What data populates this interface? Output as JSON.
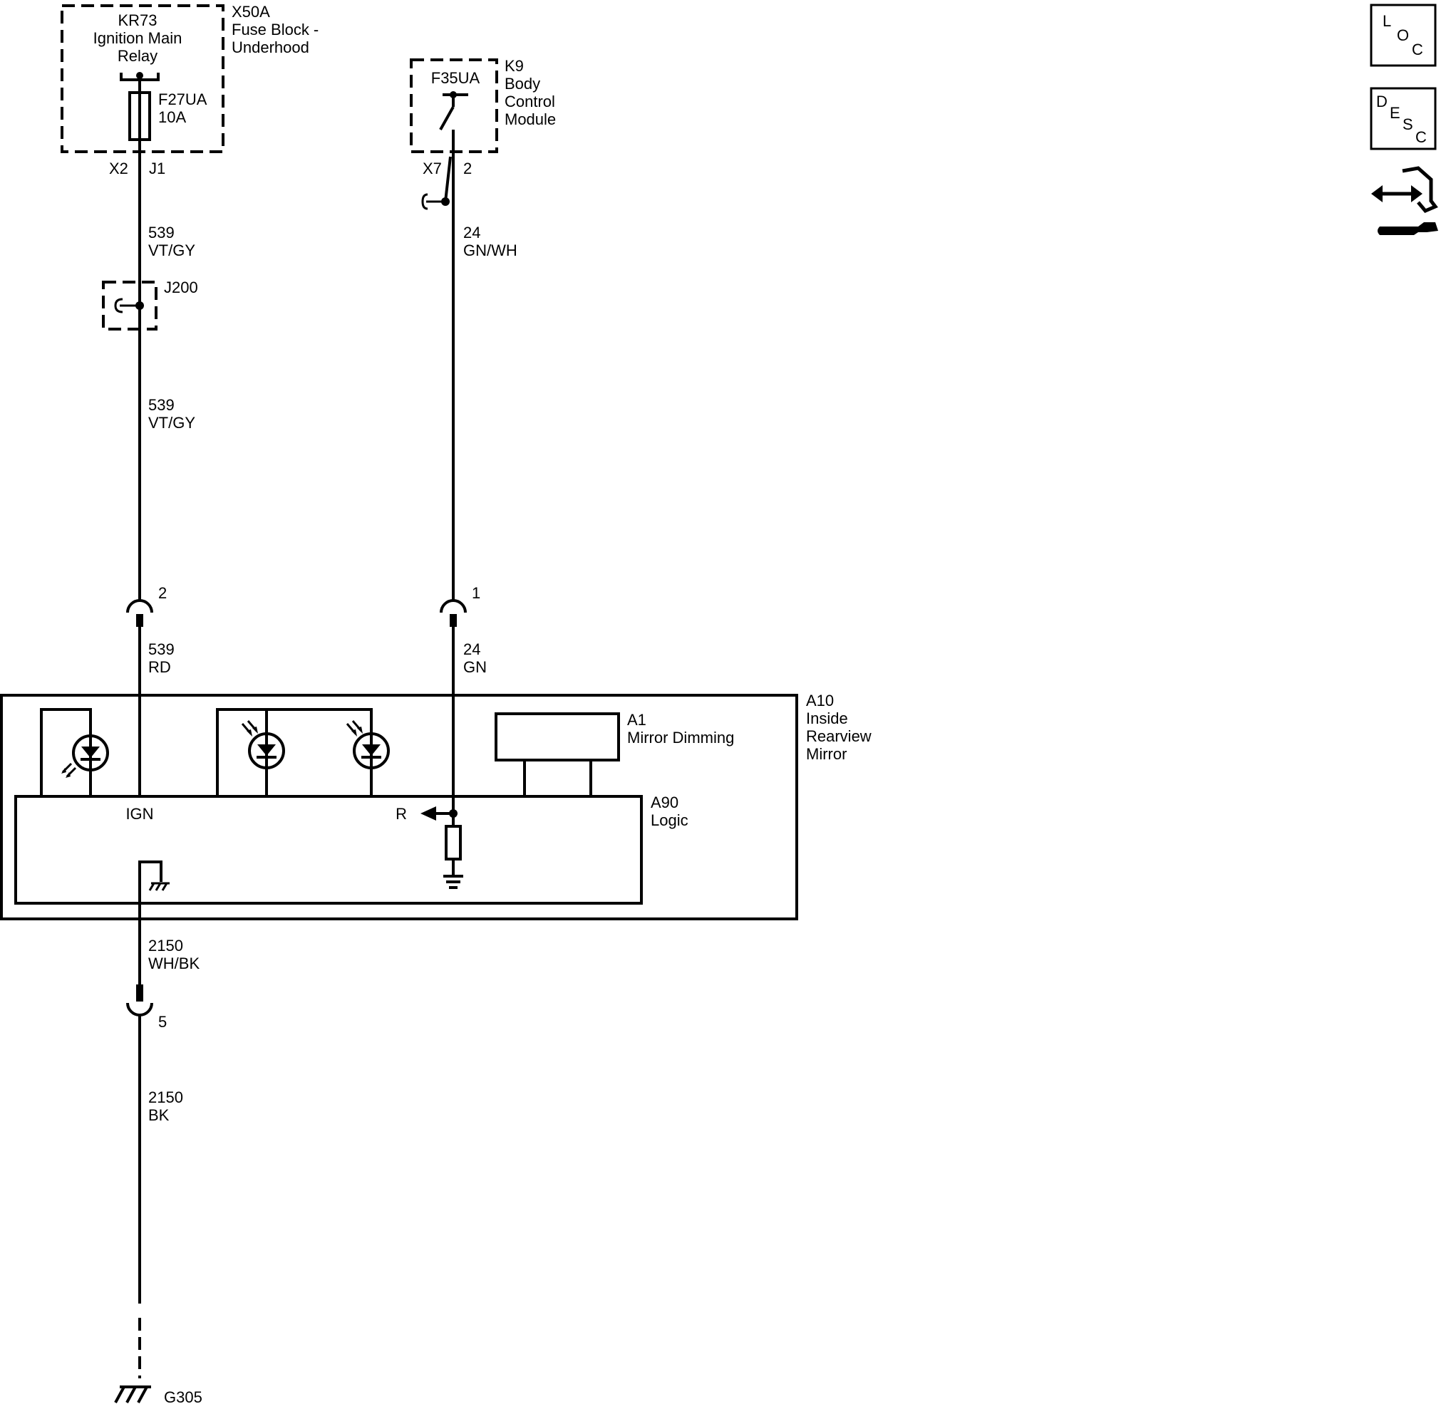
{
  "components": {
    "fuse_block": {
      "name": "X50A",
      "desc_1": "Fuse Block -",
      "desc_2": "Underhood"
    },
    "relay": {
      "line_1": "KR73",
      "line_2": "Ignition Main",
      "line_3": "Relay"
    },
    "fuse": {
      "name": "F27UA",
      "rating": "10A"
    },
    "fuse_connector": {
      "connector": "X2",
      "pin": "J1"
    },
    "bcm": {
      "name": "K9",
      "desc_1": "Body",
      "desc_2": "Control",
      "desc_3": "Module"
    },
    "bcm_switch": {
      "name": "F35UA"
    },
    "bcm_connector": {
      "connector": "X7",
      "pin": "2"
    },
    "splice": {
      "name": "J200"
    },
    "mirror": {
      "name": "A10",
      "desc_1": "Inside",
      "desc_2": "Rearview",
      "desc_3": "Mirror"
    },
    "dimming": {
      "name": "A1",
      "desc": "Mirror Dimming"
    },
    "logic": {
      "name": "A90",
      "desc": "Logic",
      "pin_ign": "IGN",
      "pin_r": "R"
    },
    "ground": {
      "name": "G305"
    }
  },
  "wires": {
    "w539_top": {
      "circuit": "539",
      "color": "VT/GY"
    },
    "w539_mid": {
      "circuit": "539",
      "color": "VT/GY"
    },
    "w539_bot": {
      "circuit": "539",
      "color": "RD"
    },
    "w24_top": {
      "circuit": "24",
      "color": "GN/WH"
    },
    "w24_bot": {
      "circuit": "24",
      "color": "GN"
    },
    "w2150_top": {
      "circuit": "2150",
      "color": "WH/BK"
    },
    "w2150_bot": {
      "circuit": "2150",
      "color": "BK"
    }
  },
  "connector_pins": {
    "c2": "2",
    "c1": "1",
    "c5": "5"
  },
  "side_buttons": {
    "loc": {
      "l1": "L",
      "l2": "O",
      "l3": "C"
    },
    "desc": {
      "l1": "D",
      "l2": "E",
      "l3": "S",
      "l4": "C"
    }
  }
}
